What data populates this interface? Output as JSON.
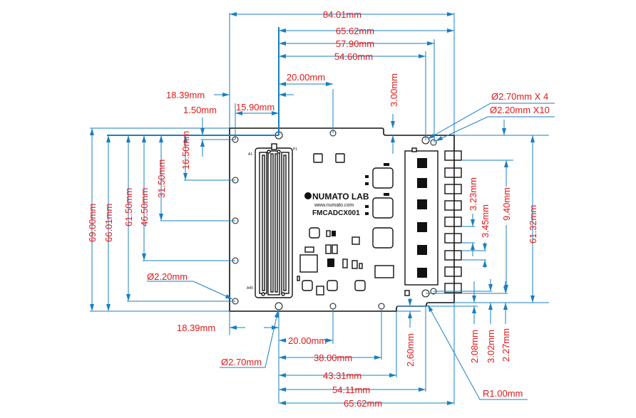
{
  "drawing": {
    "board": {
      "brand": "NUMATO LAB",
      "url": "www.numato.com",
      "model": "FMCADCX001",
      "connector_labels": {
        "a1": "A1",
        "p1": "P1",
        "a40": "A40"
      }
    },
    "top_dimensions": {
      "overall_width": "84.01mm",
      "hole_to_right_edge": "65.62mm",
      "hole_to_right_hole": "57.90mm",
      "hole_to_left_right_hole": "54.60mm",
      "hole_pitch_top": "20.00mm",
      "notch_depth_top": "3.00mm",
      "left_offset": "18.39mm",
      "edge_hole_offset": "1.50mm",
      "hole_spacing_small": "15.90mm"
    },
    "callouts": {
      "large_holes": "Ø2.70mm X 4",
      "small_holes": "Ø2.20mm X10",
      "left_hole_dia": "Ø2.20mm",
      "bottom_hole_dia": "Ø2.70mm",
      "corner_radius": "R1.00mm"
    },
    "left_dimensions": {
      "overall_height": "69.00mm",
      "inner_height": "66.01mm",
      "h61": "61.50mm",
      "h46": "46.50mm",
      "h31": "31.50mm",
      "h16": "16.50mm"
    },
    "right_dimensions": {
      "connector_span": "61.32mm",
      "pitch_9": "9.40mm",
      "pitch_3a": "3.23mm",
      "pitch_3b": "3.45mm",
      "bottom_a": "2.08mm",
      "bottom_b": "3.02mm",
      "bottom_c": "2.27mm"
    },
    "bottom_dimensions": {
      "left_offset": "18.39mm",
      "hole_pitch": "20.00mm",
      "hole_38": "38.00mm",
      "notch_43": "43.31mm",
      "notch_54": "54.11mm",
      "overall_65": "65.62mm",
      "notch_depth": "2.60mm"
    },
    "colors": {
      "dimension_line": "#1a7fc1",
      "dimension_text": "#e01818",
      "outline": "#111111"
    }
  }
}
